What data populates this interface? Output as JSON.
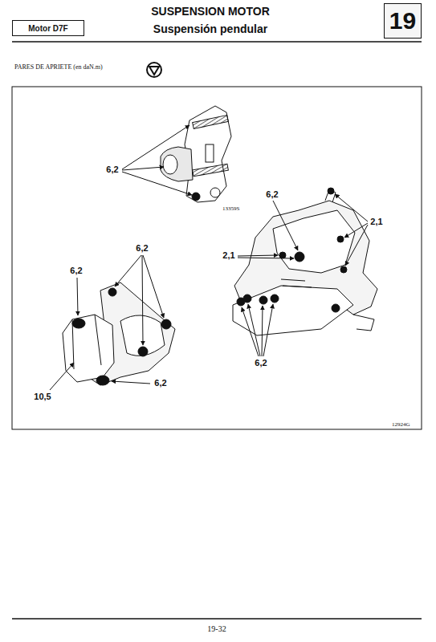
{
  "diagram": {
    "title": "SUSPENSION MOTOR",
    "nodes": [
      {
        "text": [
          "Motor D7F"
        ]
      },
      {
        "text": [
          "19"
        ]
      }
    ],
    "labels": [
      "Suspensión pendular",
      "PARES DE APRIETE (en daN.m)",
      "6,2",
      "13359S",
      "6,2",
      "2,1",
      "2,1",
      "6,2",
      "6,2",
      "6,2",
      "10,5",
      "6,2",
      "12924G",
      "19-32"
    ]
  }
}
